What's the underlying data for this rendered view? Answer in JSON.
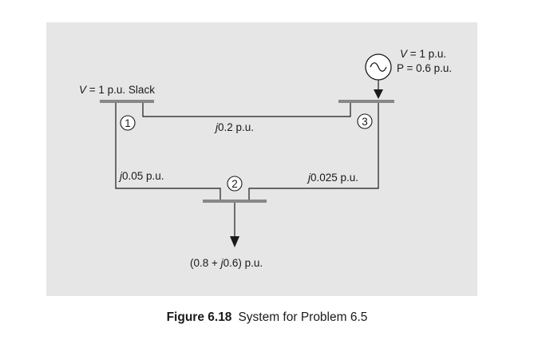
{
  "diagram": {
    "bus1": {
      "number": "1",
      "label_var": "V",
      "label_rest": " = 1 p.u. Slack"
    },
    "bus2": {
      "number": "2",
      "load_open": "(0.8 + ",
      "load_j": "j",
      "load_close": "0.6) p.u."
    },
    "bus3": {
      "number": "3",
      "gen_v_var": "V",
      "gen_v_rest": " = 1 p.u.",
      "gen_p": "P = 0.6 p.u."
    },
    "lines": {
      "line_1_3_j": "j",
      "line_1_3_value": "0.2 p.u.",
      "line_1_2_j": "j",
      "line_1_2_value": "0.05 p.u.",
      "line_2_3_j": "j",
      "line_2_3_value": "0.025 p.u."
    }
  },
  "caption": {
    "figure_label": "Figure 6.18",
    "text": "System for Problem 6.5"
  },
  "colors": {
    "panel_background": "#e6e6e6",
    "bus_bar": "#888888",
    "line": "#1a1a1a"
  }
}
